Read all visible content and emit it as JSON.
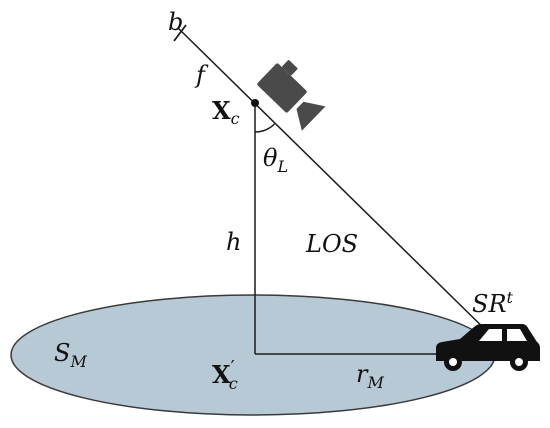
{
  "labels": {
    "b": "b",
    "f": "f",
    "camera_point_main": "X",
    "camera_point_sub": "c",
    "theta_main": "θ",
    "theta_sub": "L",
    "h": "h",
    "los": "LOS",
    "sr_main": "SR",
    "sr_sub": "t",
    "sm_main": "S",
    "sm_sub": "M",
    "ground_point_main": "X",
    "ground_point_prime": "′",
    "ground_point_sub": "c",
    "rm_main": "r",
    "rm_sub": "M"
  },
  "colors": {
    "ellipse_fill": "#b8c9d6",
    "ellipse_stroke": "#3a3a3a",
    "line": "#1a1a1a",
    "camera": "#4a4a4a",
    "car": "#111111"
  },
  "icons": {
    "camera": "camera-icon",
    "car": "car-icon"
  }
}
